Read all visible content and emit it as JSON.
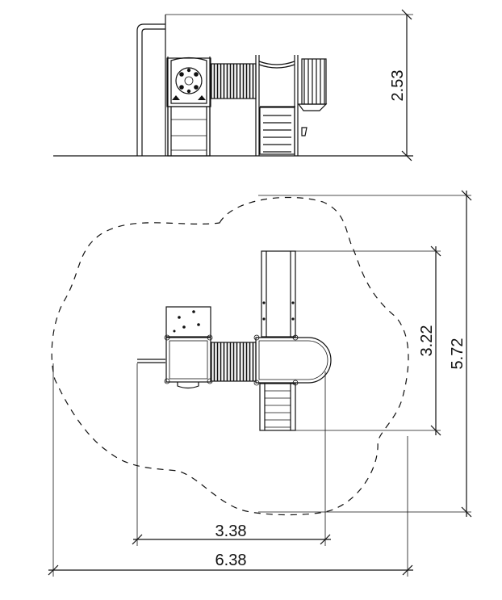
{
  "elevation": {
    "height_label": "2.53"
  },
  "plan": {
    "safety_zone_width_label": "6.38",
    "equipment_width_label": "3.38",
    "equipment_depth_label": "3.22",
    "safety_zone_depth_label": "5.72"
  },
  "colors": {
    "line": "#111111",
    "background": "#ffffff"
  }
}
